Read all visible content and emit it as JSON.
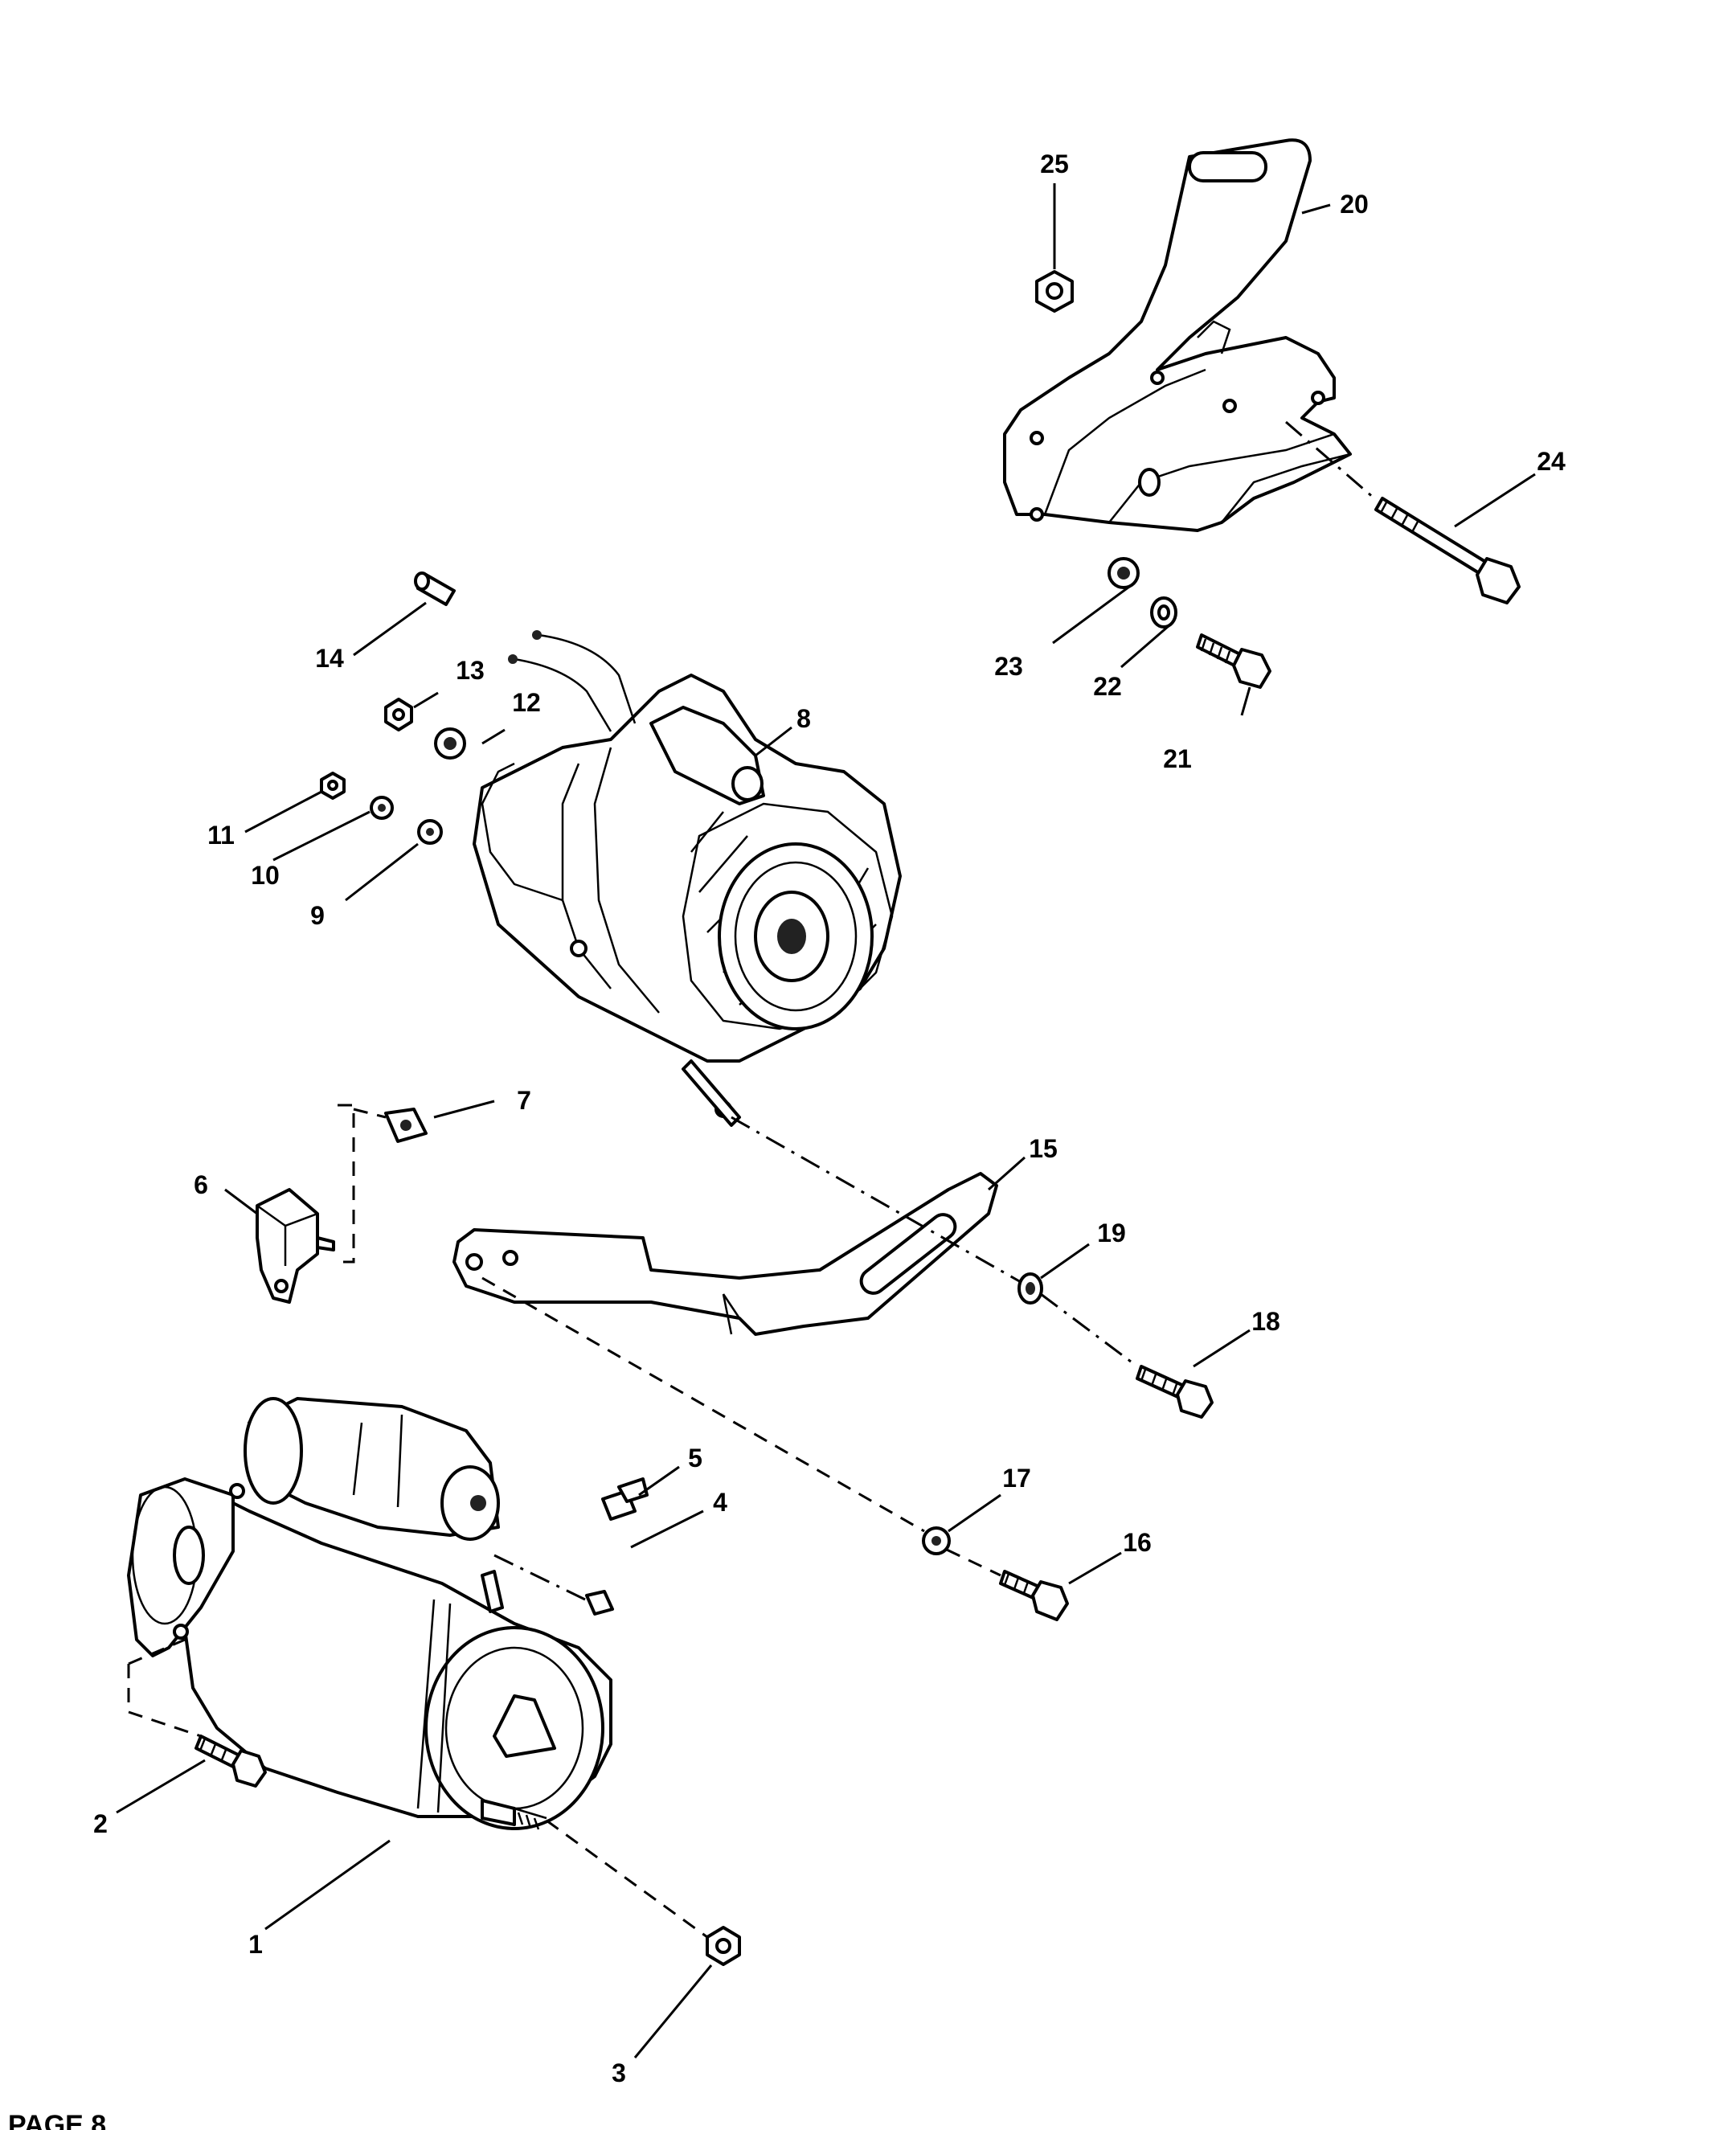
{
  "callouts": [
    "1",
    "2",
    "3",
    "4",
    "5",
    "6",
    "7",
    "8",
    "9",
    "10",
    "11",
    "12",
    "13",
    "14",
    "15",
    "16",
    "17",
    "18",
    "19",
    "20",
    "21",
    "22",
    "23",
    "24",
    "25"
  ],
  "footer": {
    "left": "PAGE 8",
    "center": "",
    "right": ""
  }
}
